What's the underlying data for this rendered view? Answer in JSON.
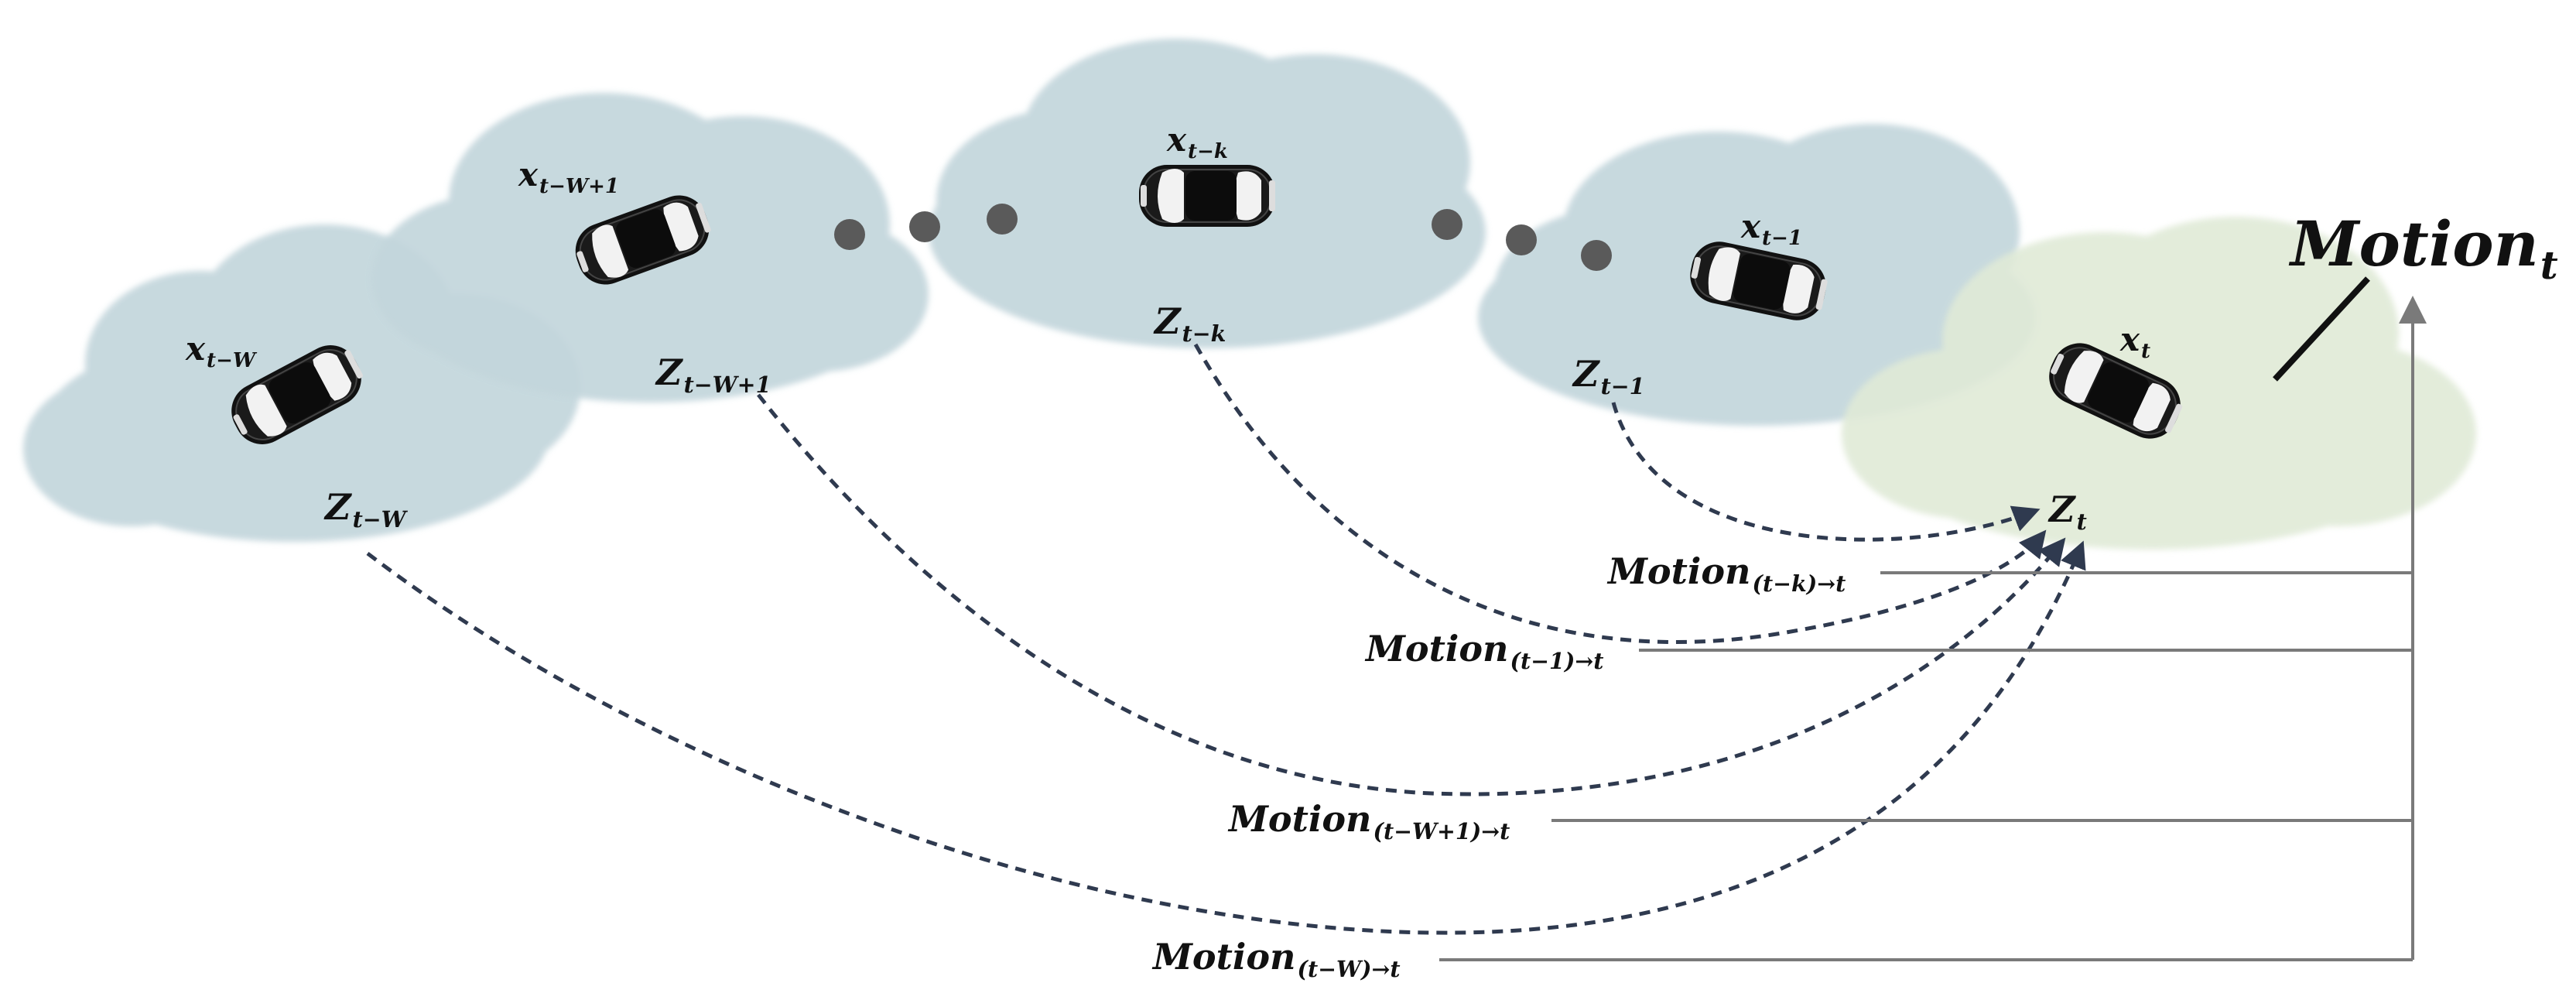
{
  "colors": {
    "cloud_past": "#c3d6dc",
    "cloud_current": "#e0ead7",
    "dot": "#5a5a5a",
    "arrow": "#2f3a4f",
    "line": "#777777",
    "car_body": "#111111"
  },
  "frames": [
    {
      "x_base": "x",
      "x_sub": "t−W",
      "z_base": "Z",
      "z_sub": "t−W"
    },
    {
      "x_base": "x",
      "x_sub": "t−W+1",
      "z_base": "Z",
      "z_sub": "t−W+1"
    },
    {
      "x_base": "x",
      "x_sub": "t−k",
      "z_base": "Z",
      "z_sub": "t−k"
    },
    {
      "x_base": "x",
      "x_sub": "t−1",
      "z_base": "Z",
      "z_sub": "t−1"
    },
    {
      "x_base": "x",
      "x_sub": "t",
      "z_base": "Z",
      "z_sub": "t"
    }
  ],
  "motion_total": {
    "base": "Motion",
    "sub": "t"
  },
  "motions": [
    {
      "base": "Motion",
      "sub": "(t−k)→t"
    },
    {
      "base": "Motion",
      "sub": "(t−1)→t"
    },
    {
      "base": "Motion",
      "sub": "(t−W+1)→t"
    },
    {
      "base": "Motion",
      "sub": "(t−W)→t"
    }
  ],
  "icons": [
    "car-icon",
    "ellipsis-dot-icon",
    "arrow-head-icon"
  ]
}
